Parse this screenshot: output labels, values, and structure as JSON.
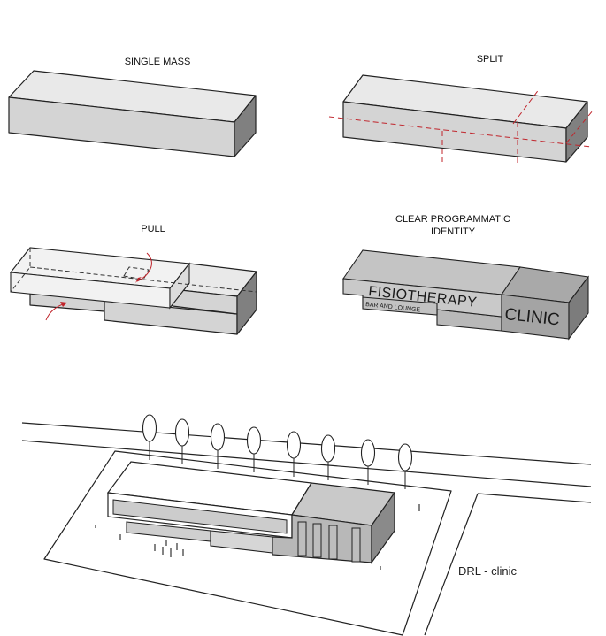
{
  "diagram": {
    "labels": {
      "single_mass": "SINGLE MASS",
      "split": "SPLIT",
      "pull": "PULL",
      "clear_identity_line1": "CLEAR PROGRAMMATIC",
      "clear_identity_line2": "IDENTITY",
      "site_caption": "DRL - clinic"
    },
    "massing_text": {
      "fisiotherapy": "FISIOTHERAPY",
      "bar_and_lounge": "BAR AND LOUNGE",
      "clinic": "CLINIC"
    },
    "colors": {
      "cut_lines": "#c0242b",
      "top_face": "#e9e9e9",
      "front_face": "#d4d4d4",
      "side_face": "#808080"
    }
  }
}
